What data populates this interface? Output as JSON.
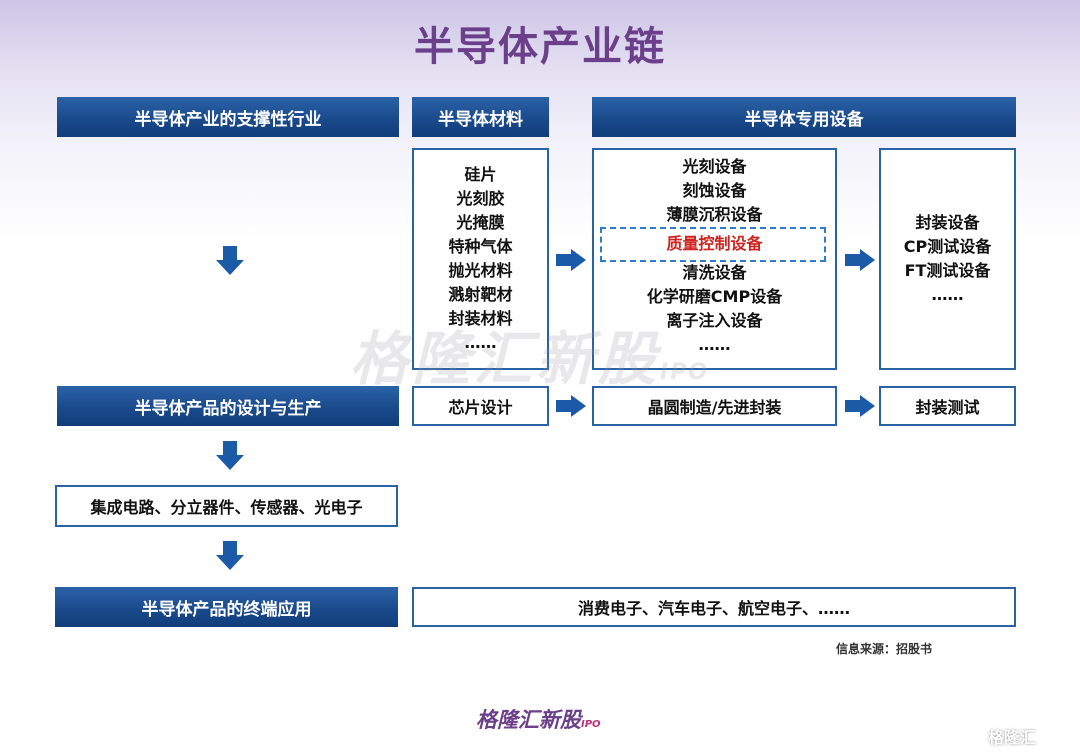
{
  "title": "半导体产业链",
  "headers": {
    "support": "半导体产业的支撑性行业",
    "materials": "半导体材料",
    "equipment": "半导体专用设备",
    "design_production": "半导体产品的设计与生产",
    "end_apps": "半导体产品的终端应用"
  },
  "materials_list": [
    "硅片",
    "光刻胶",
    "光掩膜",
    "特种气体",
    "抛光材料",
    "溅射靶材",
    "封装材料",
    "……"
  ],
  "equipment_list": [
    "光刻设备",
    "刻蚀设备",
    "薄膜沉积设备",
    "质量控制设备",
    "清洗设备",
    "化学研磨CMP设备",
    "离子注入设备",
    "……"
  ],
  "highlighted_equipment": "质量控制设备",
  "test_list": [
    "封装设备",
    "CP测试设备",
    "FT测试设备",
    "……"
  ],
  "flow": {
    "chip_design": "芯片设计",
    "wafer_mfg": "晶圆制造/先进封装",
    "package_test": "封装测试"
  },
  "products": "集成电路、分立器件、传感器、光电子",
  "end_apps_list": "消费电子、汽车电子、航空电子、……",
  "source": "信息来源：招股书",
  "watermark": "格隆汇新股",
  "watermark_sub": "IPO",
  "logo_text": "格隆汇新股",
  "logo_sub": "IPO",
  "corner_logo": "格隆汇",
  "colors": {
    "title": "#6b3f8a",
    "header": "#1a4a8c",
    "border": "#2a63a5",
    "arrow": "#1b5aa6",
    "highlight": "#d0231e"
  }
}
